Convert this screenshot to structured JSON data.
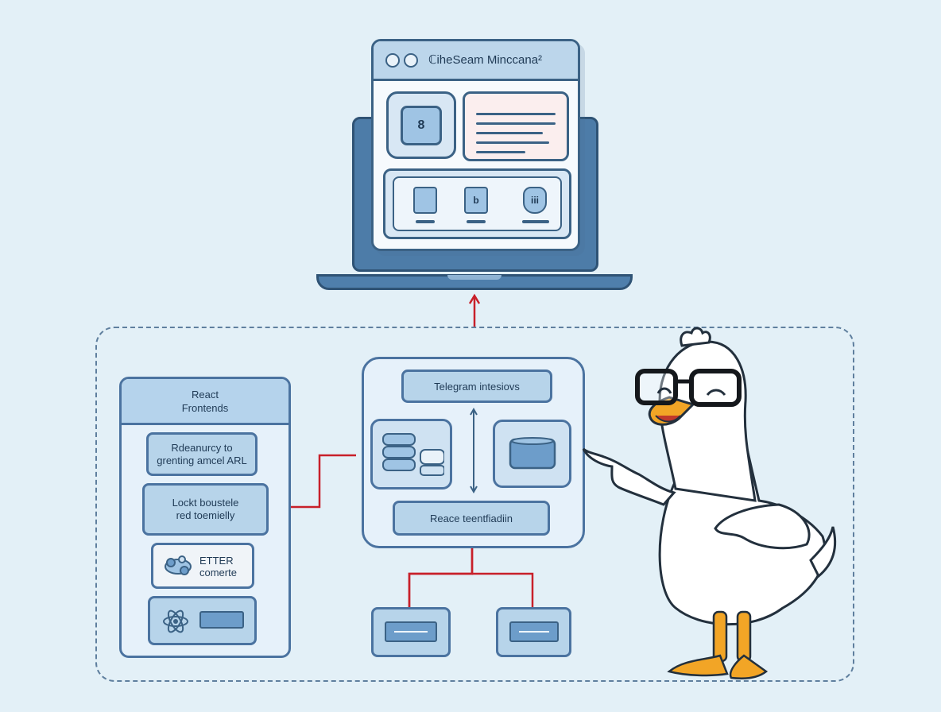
{
  "browser": {
    "title": "ℂiheSeam Minccana²",
    "media_glyph": "8",
    "tray_icons": [
      {
        "icon": "server-icon",
        "glyph": ""
      },
      {
        "icon": "package-icon",
        "glyph": "b"
      },
      {
        "icon": "shield-icon",
        "glyph": "iii"
      }
    ]
  },
  "frontend": {
    "title_line1": "React",
    "title_line2": "Frontends",
    "buttons": [
      {
        "line1": "Rdeanurcy to",
        "line2": "grenting amcel ARL"
      },
      {
        "line1": "Lockt boustele",
        "line2": "red toemielly"
      }
    ],
    "enter_card": {
      "line1": "ETTER",
      "line2": "comerte"
    }
  },
  "backend": {
    "top_label": "Telegram intesiovs",
    "bottom_label": "Reace teentfiadiin"
  },
  "colors": {
    "background": "#e3f0f7",
    "panel_fill": "#b7d4ea",
    "stroke": "#4b73a0",
    "connector_red": "#c8202a"
  }
}
